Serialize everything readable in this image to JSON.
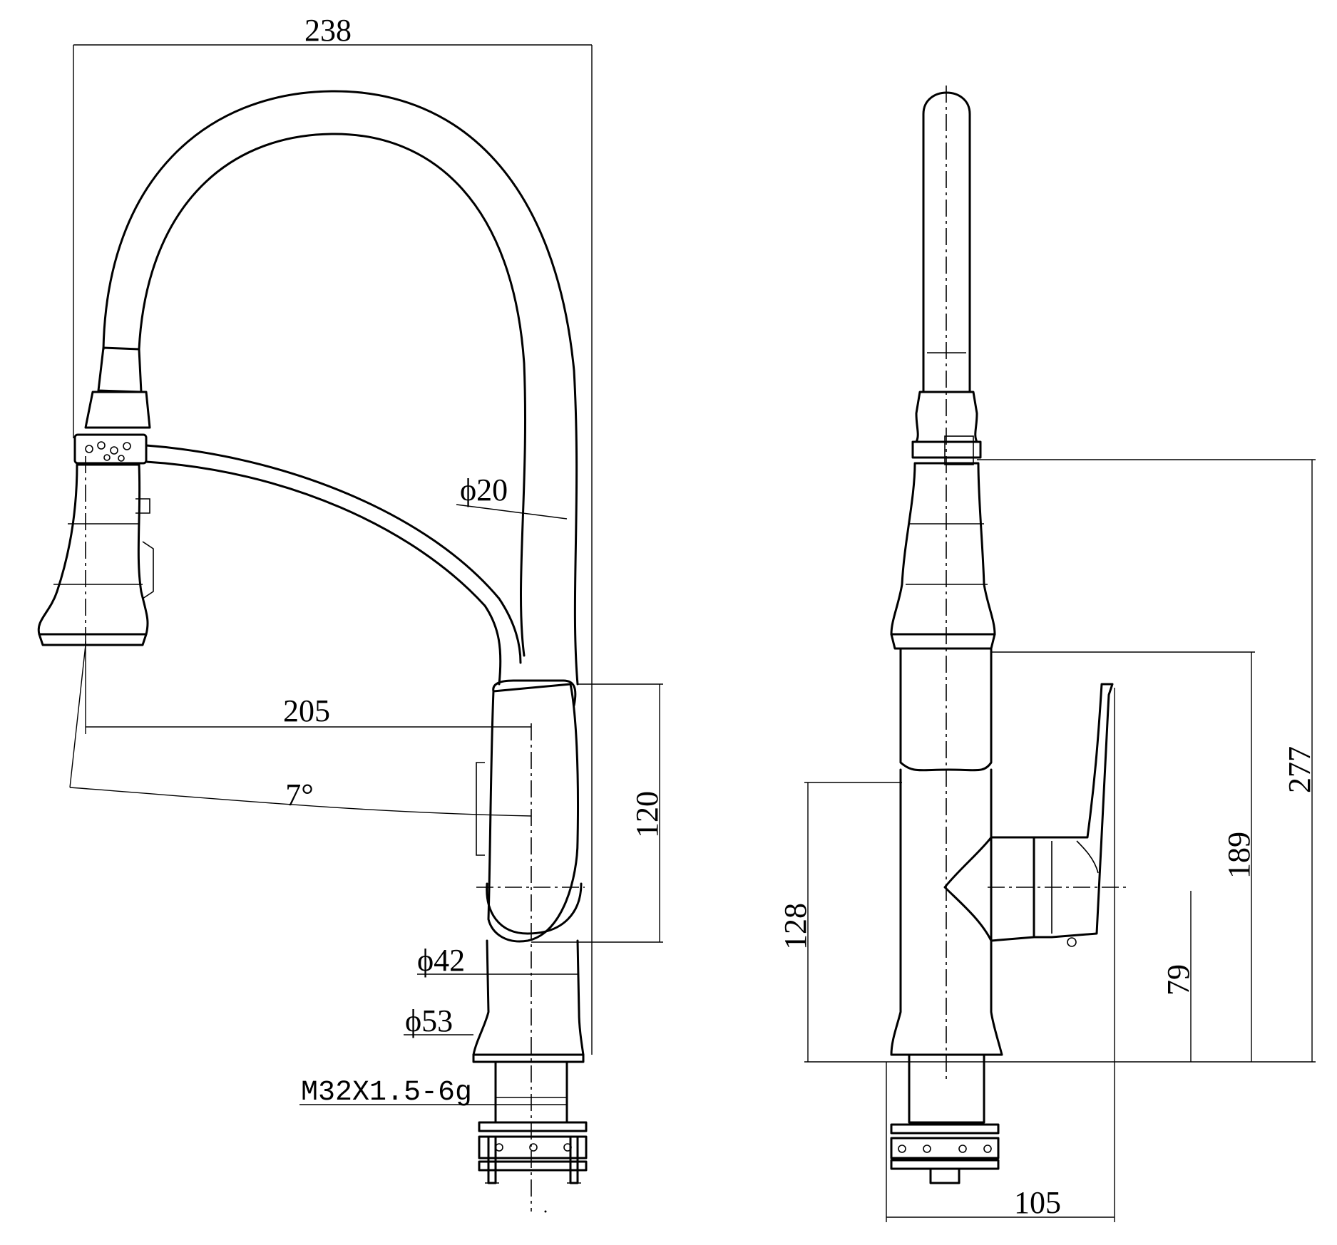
{
  "dimensions": {
    "overall_width": "238",
    "hose_diameter": "ϕ20",
    "spout_reach": "205",
    "spout_angle": "7°",
    "body_height": "120",
    "body_diameter": "ϕ42",
    "base_diameter": "ϕ53",
    "thread": "M32X1.5-6g",
    "handle_axis_height": "128",
    "total_height": "277",
    "spray_head_height": "189",
    "lever_height": "79",
    "side_depth": "105"
  }
}
